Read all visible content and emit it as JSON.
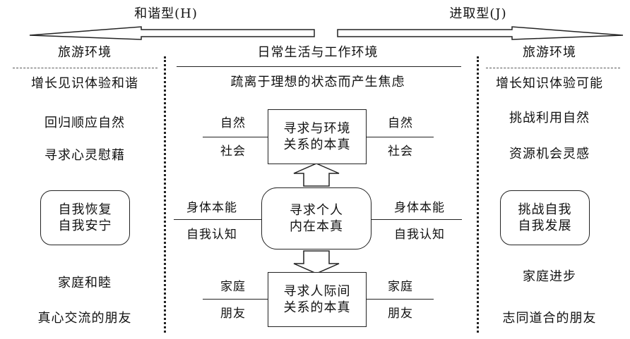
{
  "top": {
    "left_label": "和谐型(H)",
    "right_label": "进取型(J)"
  },
  "left_column": {
    "header": "旅游环境",
    "items": [
      "增长见识体验和谐",
      "回归顺应自然",
      "寻求心灵慰藉"
    ],
    "box_lines": [
      "自我恢复",
      "自我安宁"
    ],
    "bottom_items": [
      "家庭和睦",
      "真心交流的朋友"
    ]
  },
  "center_column": {
    "header": "日常生活与工作环境",
    "subheader": "疏离于理想的状态而产生焦虑",
    "box_env": {
      "lines": [
        "寻求与环境",
        "关系的本真"
      ],
      "left_top": "自然",
      "left_bottom": "社会",
      "right_top": "自然",
      "right_bottom": "社会"
    },
    "box_self": {
      "lines": [
        "寻求个人",
        "内在本真"
      ],
      "left_top": "身体本能",
      "left_bottom": "自我认知",
      "right_top": "身体本能",
      "right_bottom": "自我认知"
    },
    "box_people": {
      "lines": [
        "寻求人际间",
        "关系的本真"
      ],
      "left_top": "家庭",
      "left_bottom": "朋友",
      "right_top": "家庭",
      "right_bottom": "朋友"
    }
  },
  "right_column": {
    "header": "旅游环境",
    "items": [
      "增长知识体验可能",
      "挑战利用自然",
      "资源机会灵感"
    ],
    "box_lines": [
      "挑战自我",
      "自我发展"
    ],
    "bottom_items": [
      "家庭进步",
      "志同道合的朋友"
    ]
  },
  "colors": {
    "line": "#222222",
    "text": "#111111",
    "background": "#ffffff"
  }
}
